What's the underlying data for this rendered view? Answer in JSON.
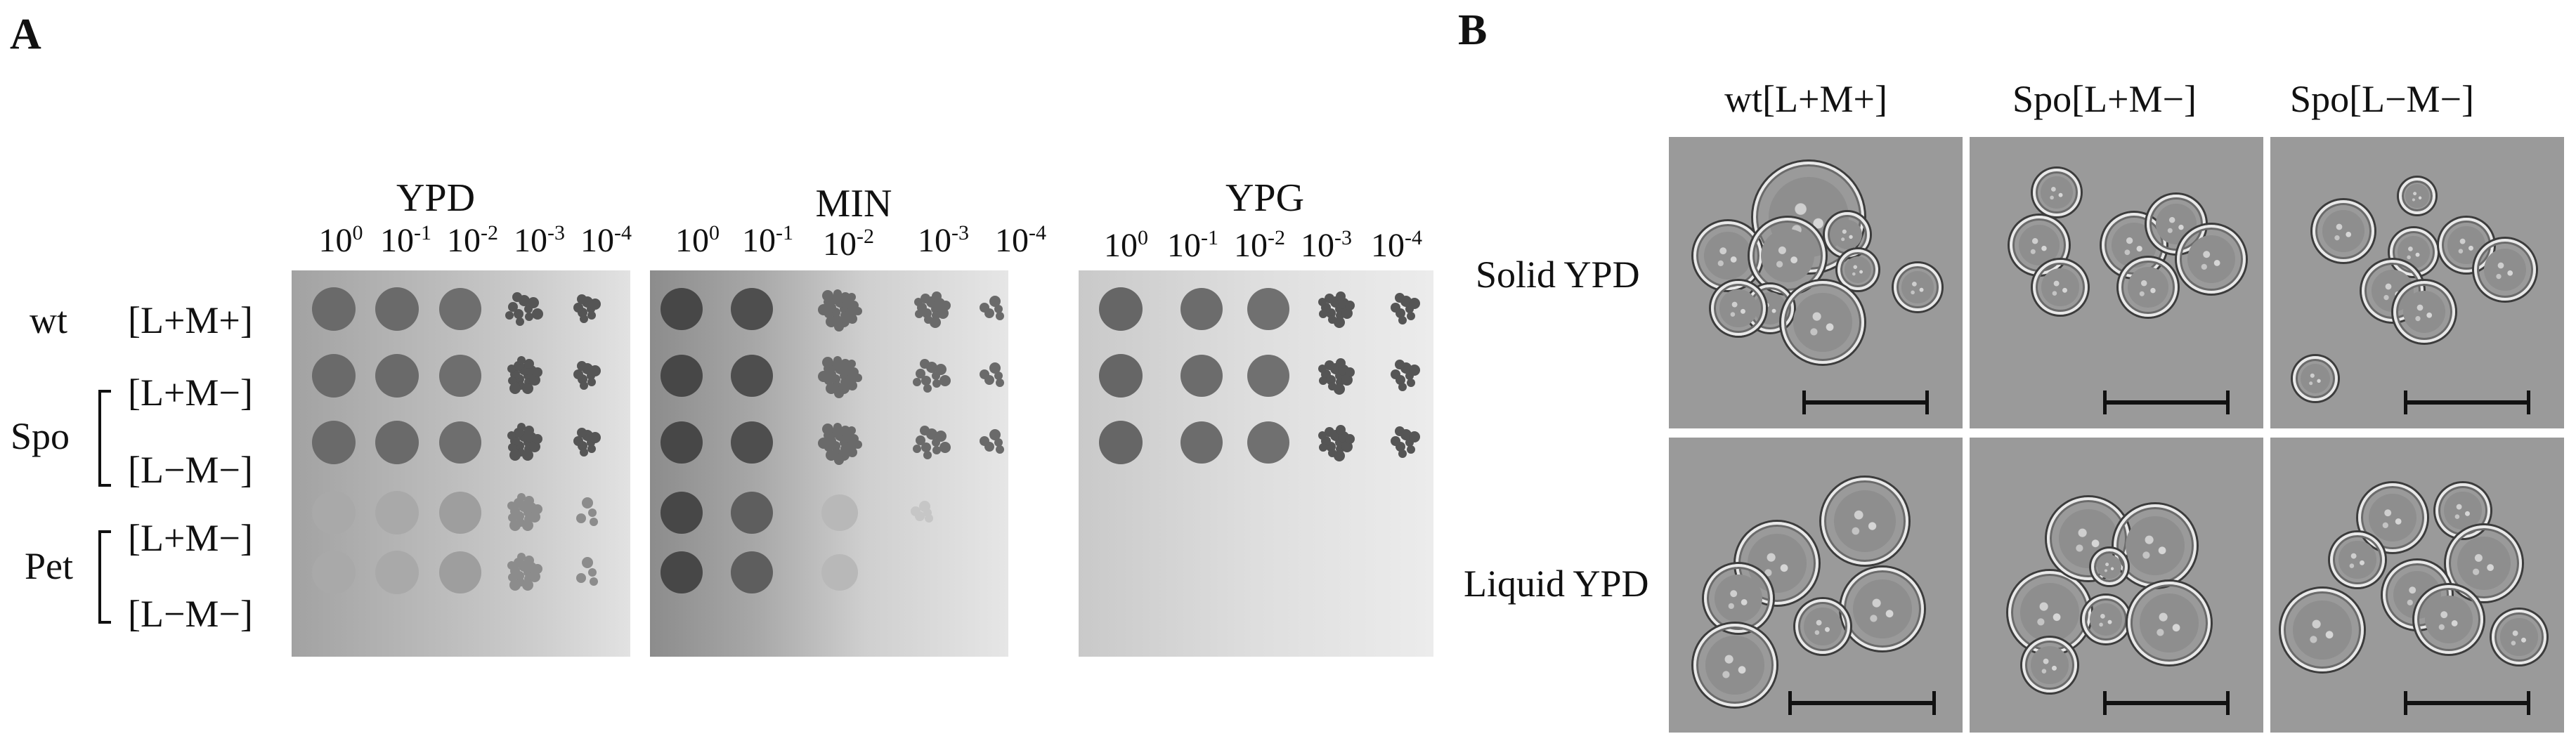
{
  "panel_a": {
    "letter": "A",
    "media": [
      {
        "name": "YPD",
        "dilutions": [
          "10",
          "10",
          "10",
          "10",
          "10"
        ],
        "exponents": [
          "0",
          "-1",
          "-2",
          "-3",
          "-4"
        ]
      },
      {
        "name": "MIN",
        "dilutions": [
          "10",
          "10",
          "10",
          "10",
          "10"
        ],
        "exponents": [
          "0",
          "-1",
          "-2",
          "-3",
          "-4"
        ]
      },
      {
        "name": "YPG",
        "dilutions": [
          "10",
          "10",
          "10",
          "10",
          "10"
        ],
        "exponents": [
          "0",
          "-1",
          "-2",
          "-3",
          "-4"
        ]
      }
    ],
    "groups": {
      "wt": "wt",
      "spo": "Spo",
      "pet": "Pet"
    },
    "genotypes": [
      "[L+M+]",
      "[L+M−]",
      "[L−M−]",
      "[L+M−]",
      "[L−M−]"
    ]
  },
  "panel_b": {
    "letter": "B",
    "columns": [
      "wt[L+M+]",
      "Spo[L+M−]",
      "Spo[L−M−]"
    ],
    "rows": [
      "Solid YPD",
      "Liquid YPD"
    ]
  }
}
